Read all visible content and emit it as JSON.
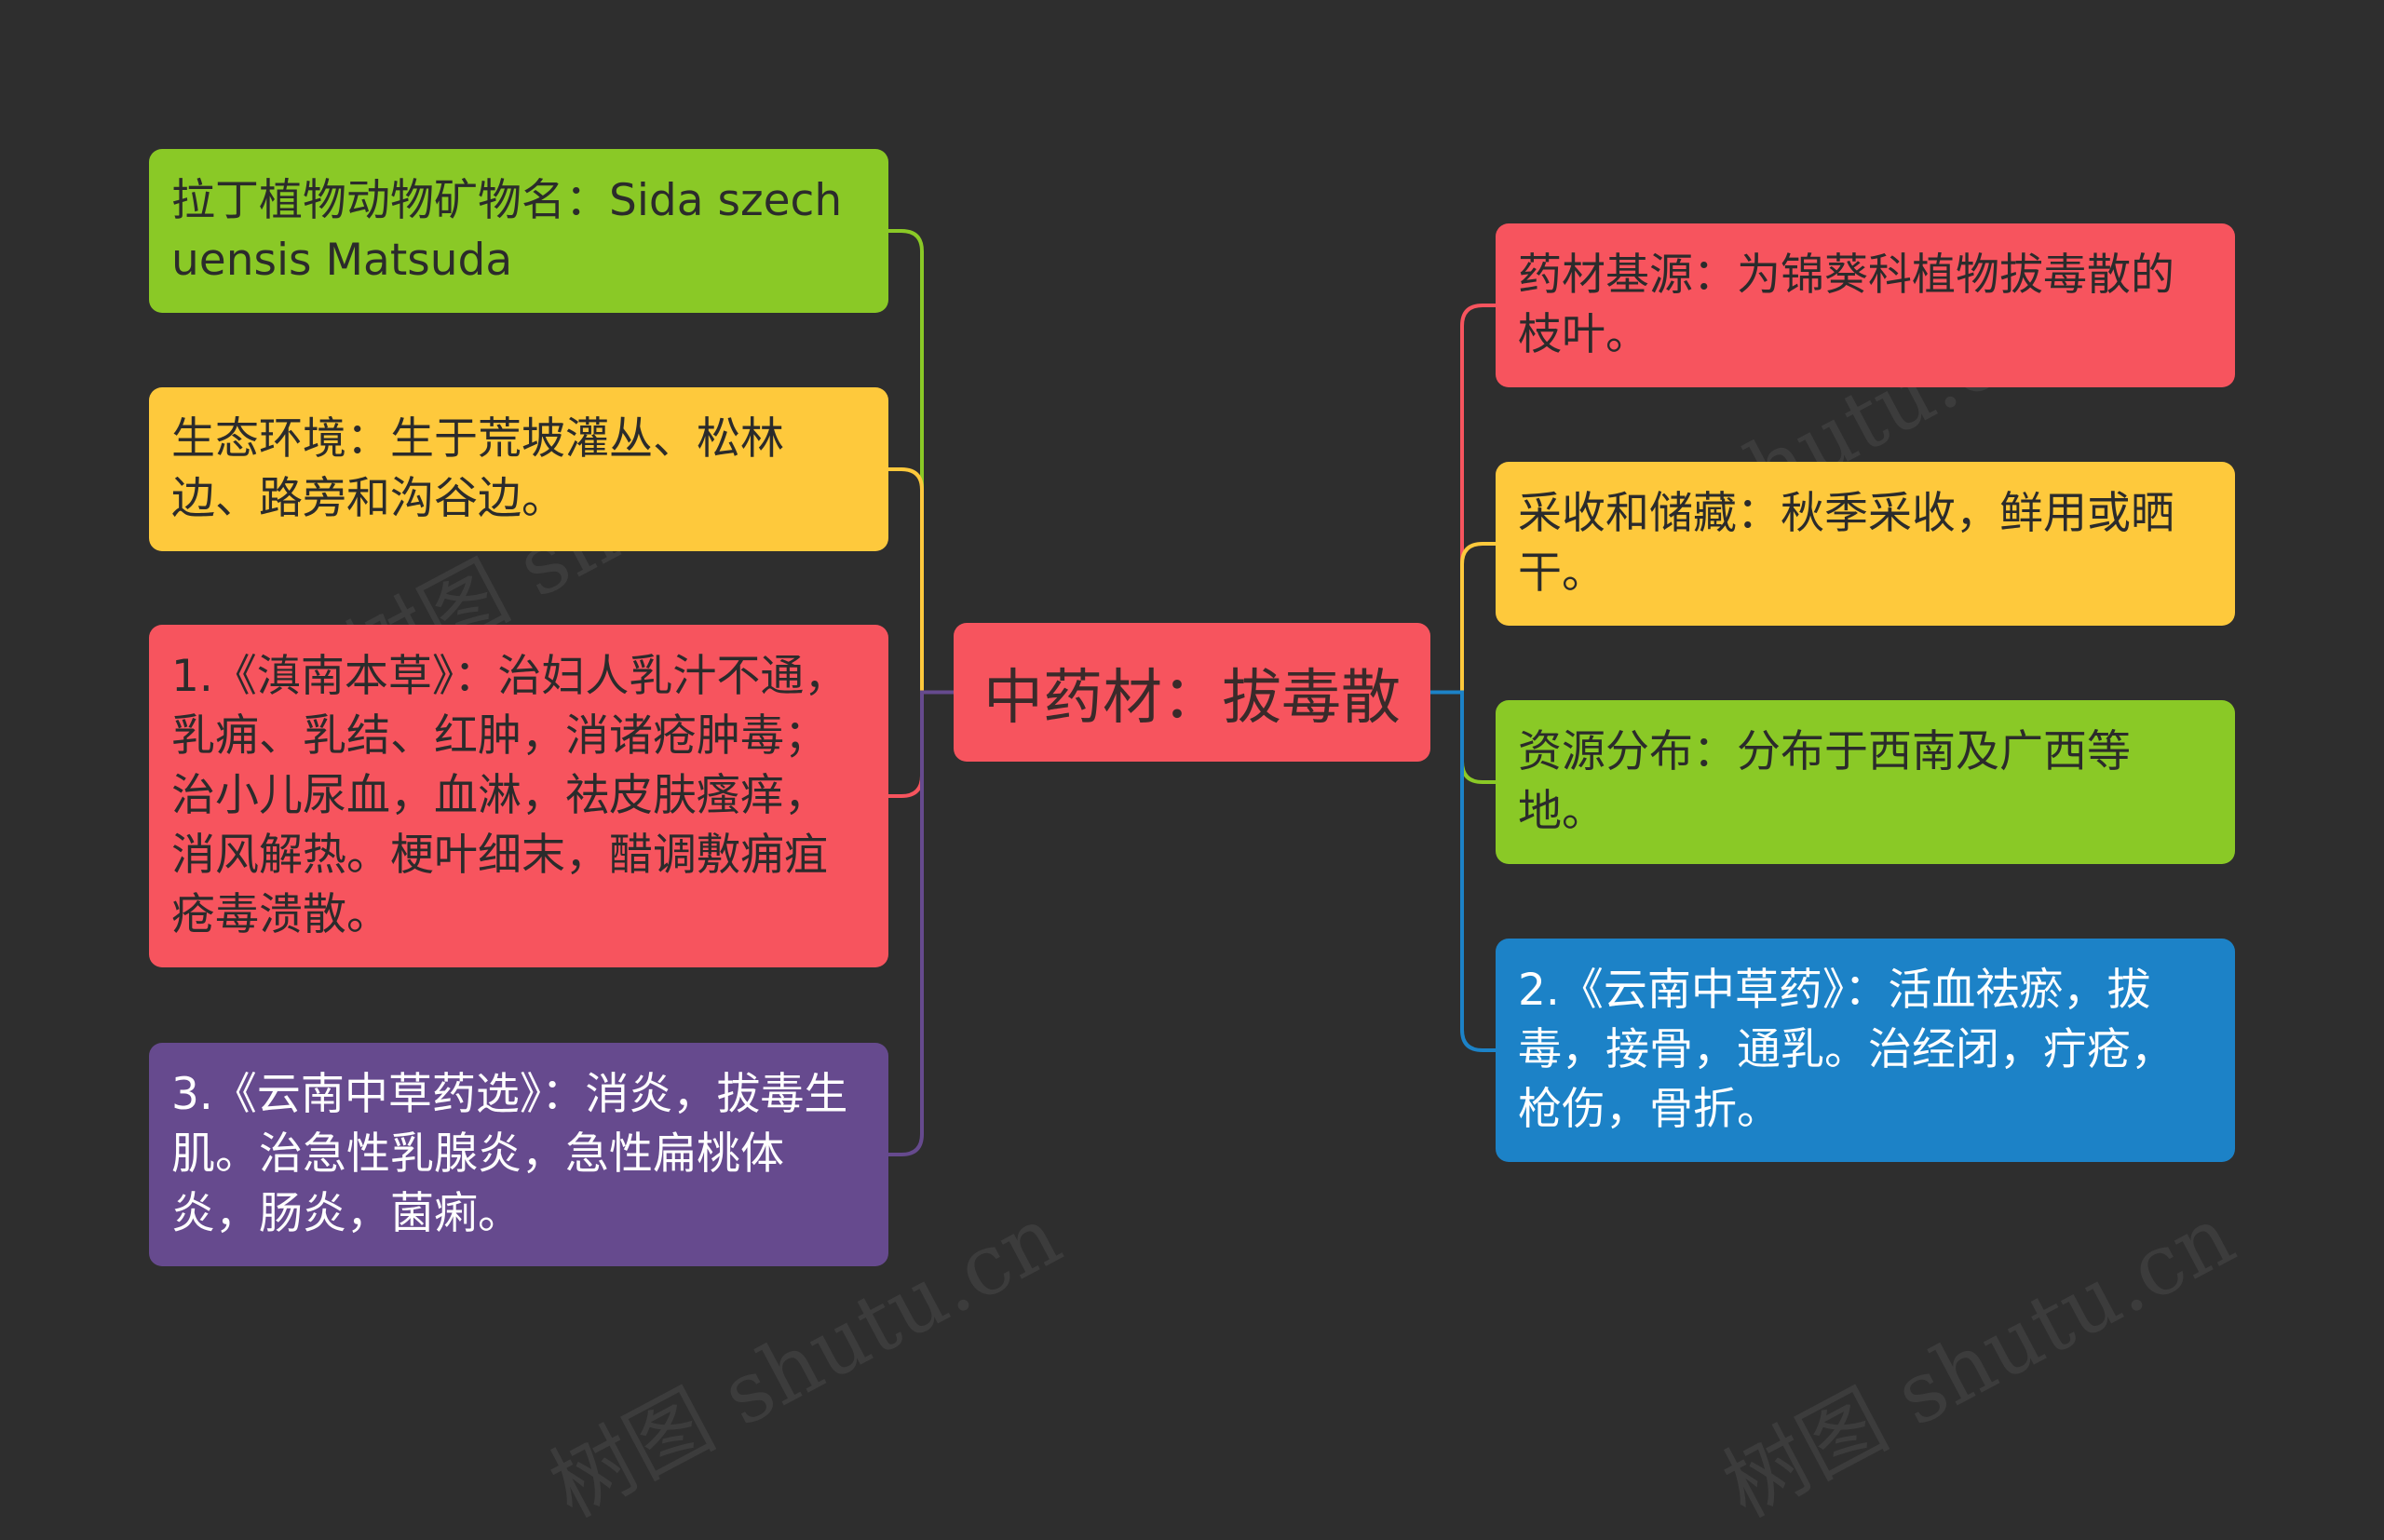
{
  "center": {
    "text": "中药材：拔毒散",
    "color": "#f7545e"
  },
  "left": [
    {
      "text": "拉丁植物动物矿物名：Sida szechuensis Matsuda",
      "color": "#8ac926",
      "line": "#8ac926",
      "light": false
    },
    {
      "text": "生态环境：生于荒坡灌丛、松林边、路旁和沟谷边。",
      "color": "#fec93c",
      "line": "#fec93c",
      "light": false
    },
    {
      "text": "1.《滇南本草》：治妇人乳汁不通，乳痈、乳结、红肿，消诸疮肿毒；治小儿尿血，血淋，祛皮肤瘙痒，消风解热。梗叶细末，醋调敷痈疽疮毒溃散。",
      "color": "#f7545e",
      "line": "#f7545e",
      "light": false
    },
    {
      "text": "3.《云南中草药选》：消炎，拔毒生肌。治急性乳腺炎，急性扁桃体炎，肠炎，菌痢。",
      "color": "#664a8e",
      "line": "#664a8e",
      "light": true
    }
  ],
  "right": [
    {
      "text": "药材基源：为锦葵科植物拔毒散的枝叶。",
      "color": "#f7545e",
      "line": "#f7545e",
      "light": false
    },
    {
      "text": "采收和储藏：秋季采收，鲜用或晒干。",
      "color": "#fec93c",
      "line": "#fec93c",
      "light": false
    },
    {
      "text": "资源分布：分布于西南及广西等地。",
      "color": "#8ac926",
      "line": "#8ac926",
      "light": false
    },
    {
      "text": "2.《云南中草药》：活血祛瘀，拔毒，接骨，通乳。治经闭，疔疮，枪伤，骨折。",
      "color": "#1c82c7",
      "line": "#1c82c7",
      "light": true
    }
  ],
  "watermark": "树图 shutu.cn"
}
